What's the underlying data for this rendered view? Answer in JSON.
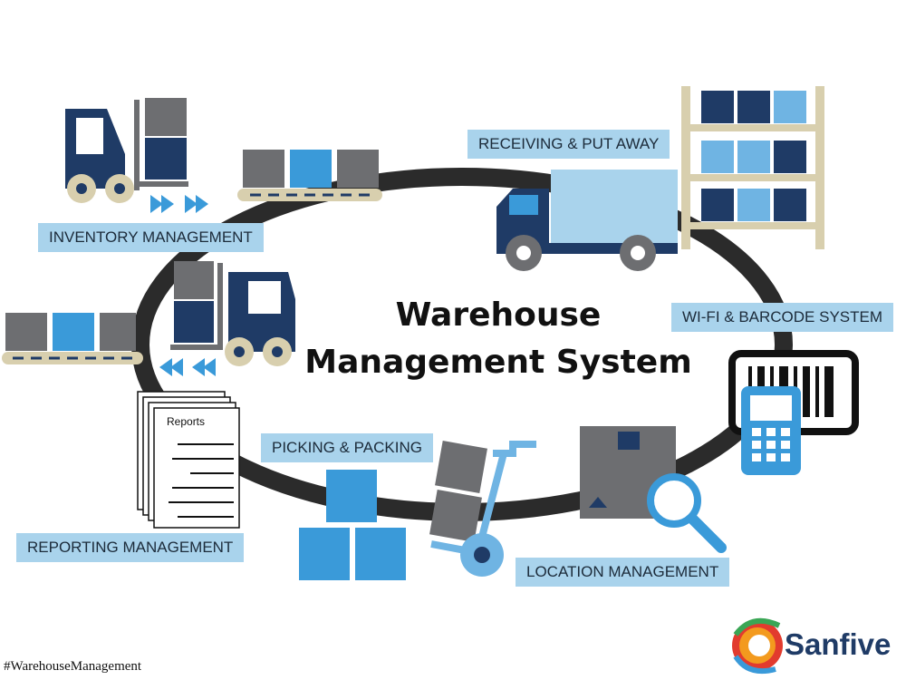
{
  "title": {
    "line1": "Warehouse",
    "line2": "Management System"
  },
  "stages": {
    "receiving": "RECEIVING & PUT AWAY",
    "inventory": "INVENTORY MANAGEMENT",
    "wifi": "WI-FI & BARCODE SYSTEM",
    "picking": "PICKING & PACKING",
    "reporting": "REPORTING MANAGEMENT",
    "location": "LOCATION MANAGEMENT"
  },
  "reports_document": "Reports",
  "hashtag": "#WarehouseManagement",
  "brand": "Sanfive",
  "colors": {
    "navy": "#1f3b66",
    "blue": "#3a9ad9",
    "light_blue": "#a9d3ec",
    "gray": "#6d6e71",
    "dark_ring": "#2b2b2b",
    "beige": "#d8cfae"
  }
}
